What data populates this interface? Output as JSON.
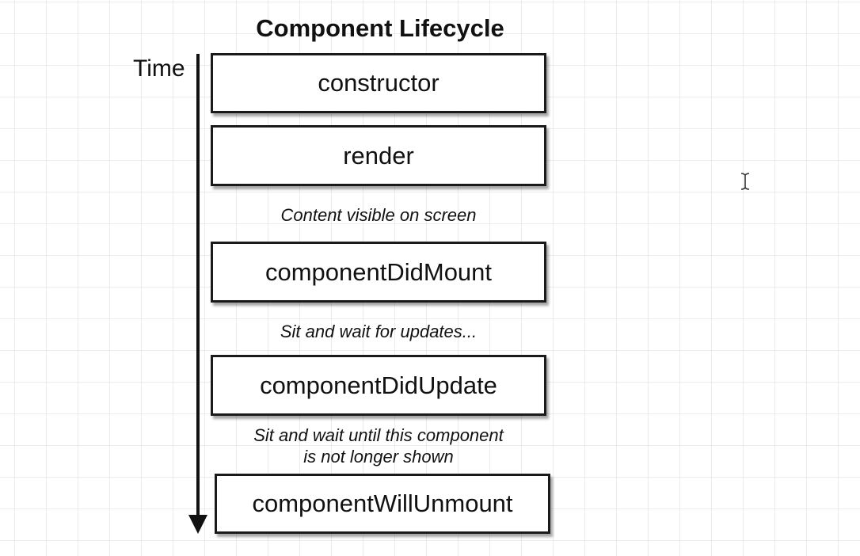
{
  "title": "Component Lifecycle",
  "time_label": "Time",
  "steps": [
    "constructor",
    "render",
    "componentDidMount",
    "componentDidUpdate",
    "componentWillUnmount"
  ],
  "notes": [
    "Content visible on screen",
    "Sit and wait for updates...",
    "Sit and wait until this component",
    "is not longer shown"
  ],
  "icons": {
    "timeline_arrow": "arrow-down-icon",
    "cursor": "text-cursor-icon"
  }
}
